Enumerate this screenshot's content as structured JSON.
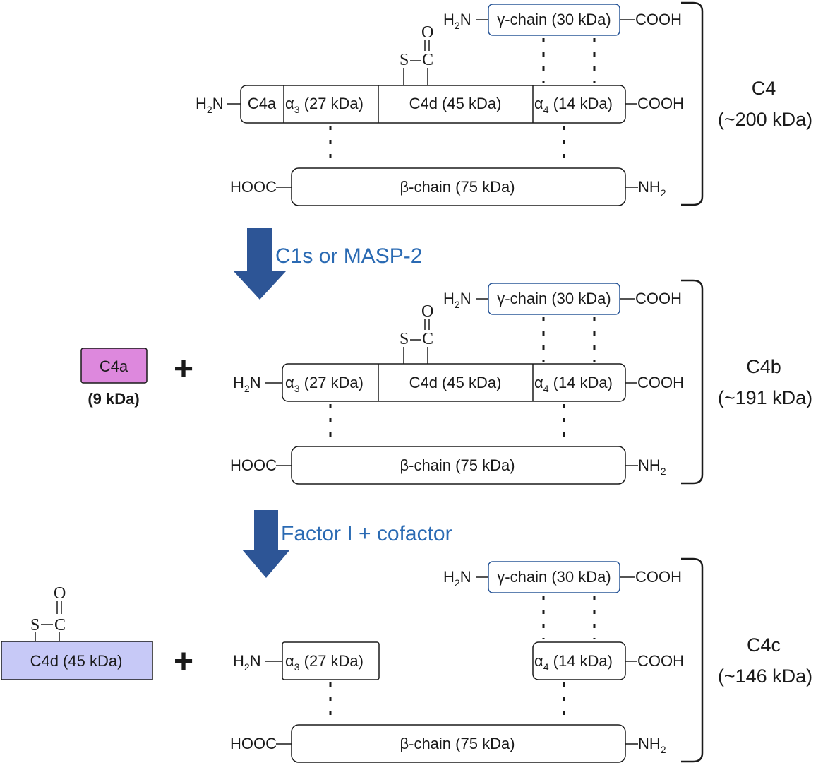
{
  "labels": {
    "h2n": "H",
    "h2n_sub": "2",
    "h2n_end": "N",
    "nh2": "NH",
    "nh2_sub": "2",
    "cooh": "COOH",
    "hooc": "HOOC",
    "gamma_chain": "γ-chain (30 kDa)",
    "beta_chain": "β-chain (75 kDa)",
    "c4a_seg": "C4a",
    "alpha3_sym": "α",
    "alpha3_sub": "3",
    "alpha3_rest": " (27 kDa)",
    "c4d_seg": "C4d (45 kDa)",
    "alpha4_sym": "α",
    "alpha4_sub": "4",
    "alpha4_rest": " (14 kDa)",
    "thioester_s": "S",
    "thioester_c": "C",
    "thioester_o": "O"
  },
  "stages": {
    "c4": {
      "name": "C4",
      "mass": "(~200 kDa)"
    },
    "c4b": {
      "name": "C4b",
      "mass": "(~191 kDa)"
    },
    "c4c": {
      "name": "C4c",
      "mass": "(~146 kDa)"
    }
  },
  "arrows": {
    "step1": "C1s or MASP-2",
    "step2": "Factor I + cofactor"
  },
  "products": {
    "c4a_name": "C4a",
    "c4a_mass": "(9 kDa)",
    "c4d_name": "C4d (45 kDa)",
    "plus": "+"
  },
  "colors": {
    "arrow": "#2d5596",
    "arrow_text": "#2a6ab3",
    "gamma_border": "#2b5899",
    "c4a_fill": "#dd88dd",
    "c4d_fill": "#c7c9f7"
  }
}
